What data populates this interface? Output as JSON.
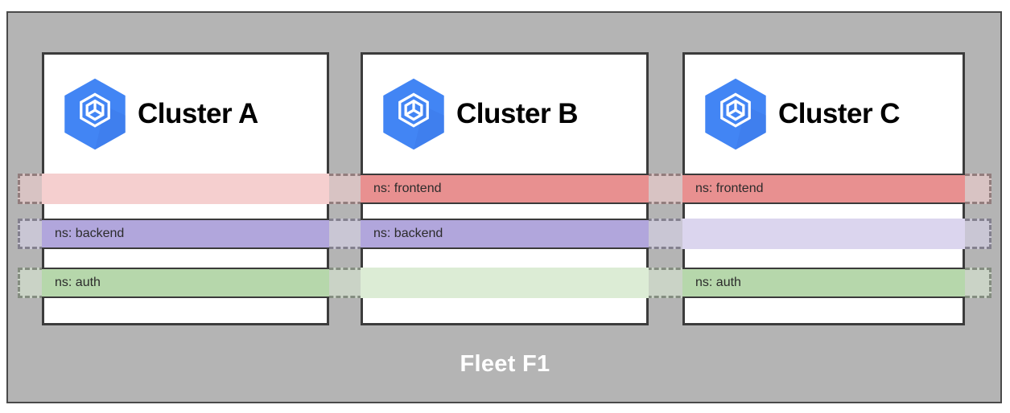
{
  "fleet": {
    "label": "Fleet F1",
    "background_color": "#b4b4b4",
    "border_color": "#4a4a4a",
    "label_color": "#ffffff"
  },
  "clusters": [
    {
      "id": "cluster-a",
      "title": "Cluster A",
      "logo": "gke-cluster-icon"
    },
    {
      "id": "cluster-b",
      "title": "Cluster B",
      "logo": "gke-cluster-icon"
    },
    {
      "id": "cluster-c",
      "title": "Cluster C",
      "logo": "gke-cluster-icon"
    }
  ],
  "namespaces": [
    {
      "id": "frontend",
      "label": "ns: frontend",
      "color": "#e89090",
      "faded_color": "#f5cfcf",
      "presence": [
        false,
        true,
        true
      ],
      "labels": [
        "",
        "ns: frontend",
        "ns: frontend"
      ]
    },
    {
      "id": "backend",
      "label": "ns: backend",
      "color": "#b1a6dc",
      "faded_color": "#dbd5ee",
      "presence": [
        true,
        true,
        false
      ],
      "labels": [
        "ns: backend",
        "ns: backend",
        ""
      ]
    },
    {
      "id": "auth",
      "label": "ns: auth",
      "color": "#b6d7ab",
      "faded_color": "#dcecd5",
      "presence": [
        true,
        false,
        true
      ],
      "labels": [
        "ns: auth",
        "",
        "ns: auth"
      ]
    }
  ],
  "logo": {
    "hex_fill": "#4285f4",
    "hex_shadow": "#3b78e7",
    "glyph_stroke": "#ffffff"
  }
}
